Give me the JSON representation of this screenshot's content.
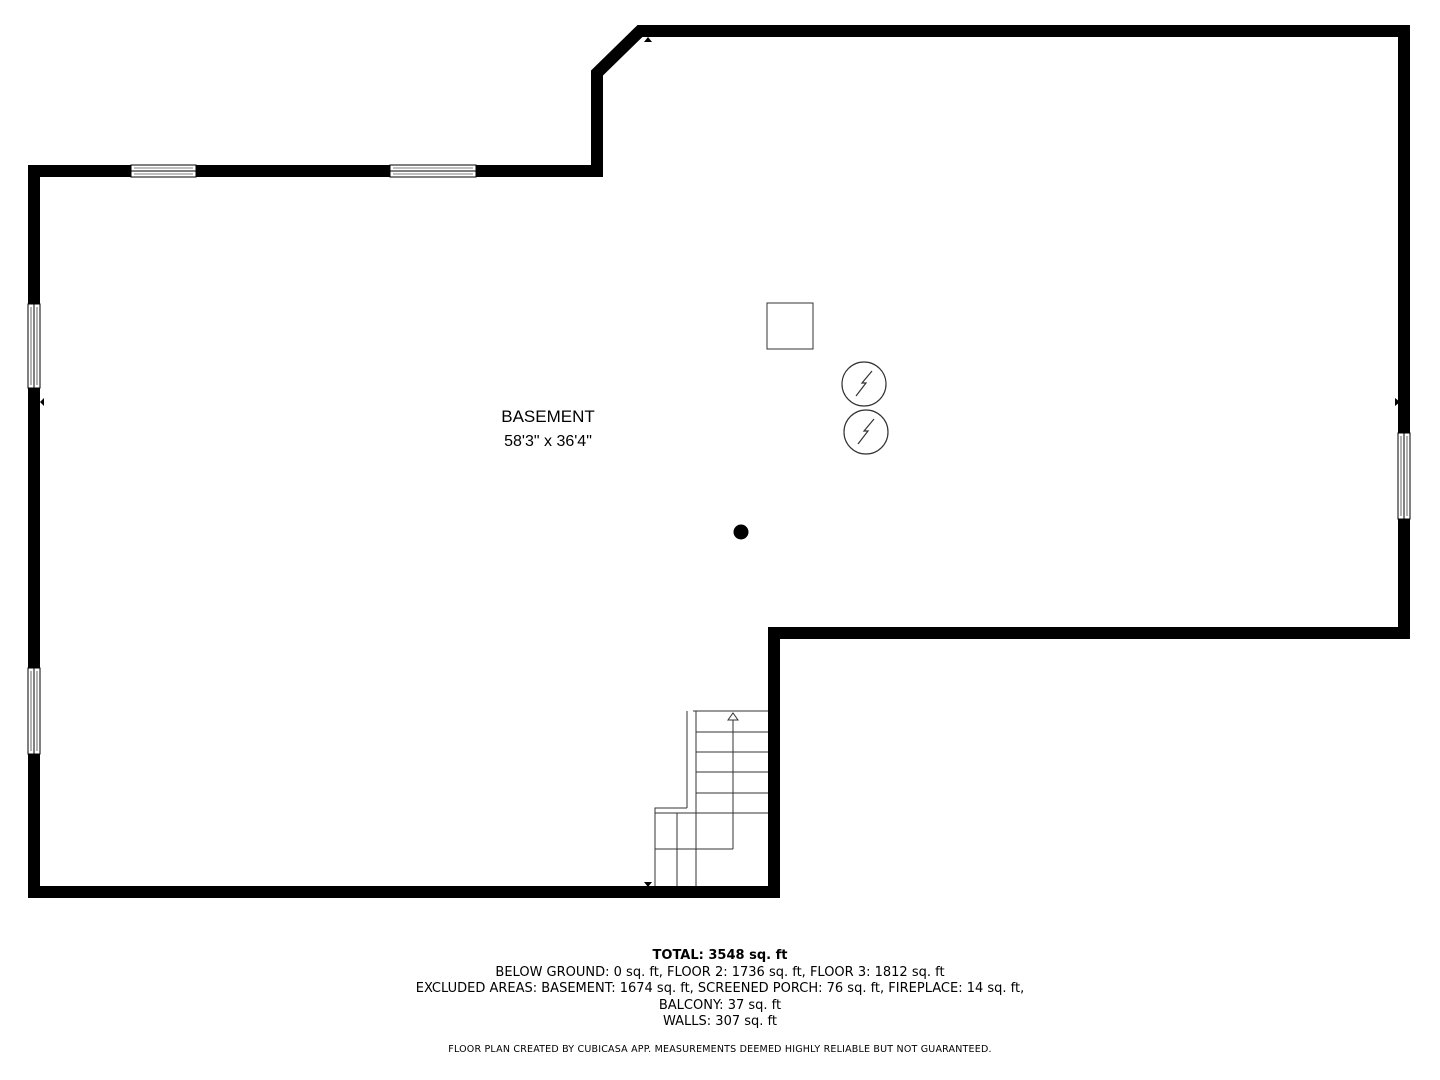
{
  "room": {
    "name": "BASEMENT",
    "dimensions": "58'3\" x 36'4\""
  },
  "summary": {
    "total": "TOTAL: 3548 sq. ft",
    "line1": "BELOW GROUND: 0 sq. ft, FLOOR 2: 1736 sq. ft, FLOOR 3: 1812 sq. ft",
    "line2": "EXCLUDED AREAS: BASEMENT: 1674 sq. ft, SCREENED PORCH: 76 sq. ft, FIREPLACE: 14 sq. ft,",
    "line3": "BALCONY: 37 sq. ft",
    "line4": "WALLS: 307 sq. ft"
  },
  "disclaimer": "FLOOR PLAN CREATED BY CUBICASA APP. MEASUREMENTS DEEMED HIGHLY RELIABLE BUT NOT GUARANTEED.",
  "colors": {
    "wall": "#000000",
    "background": "#ffffff",
    "fixture_stroke": "#333333"
  }
}
